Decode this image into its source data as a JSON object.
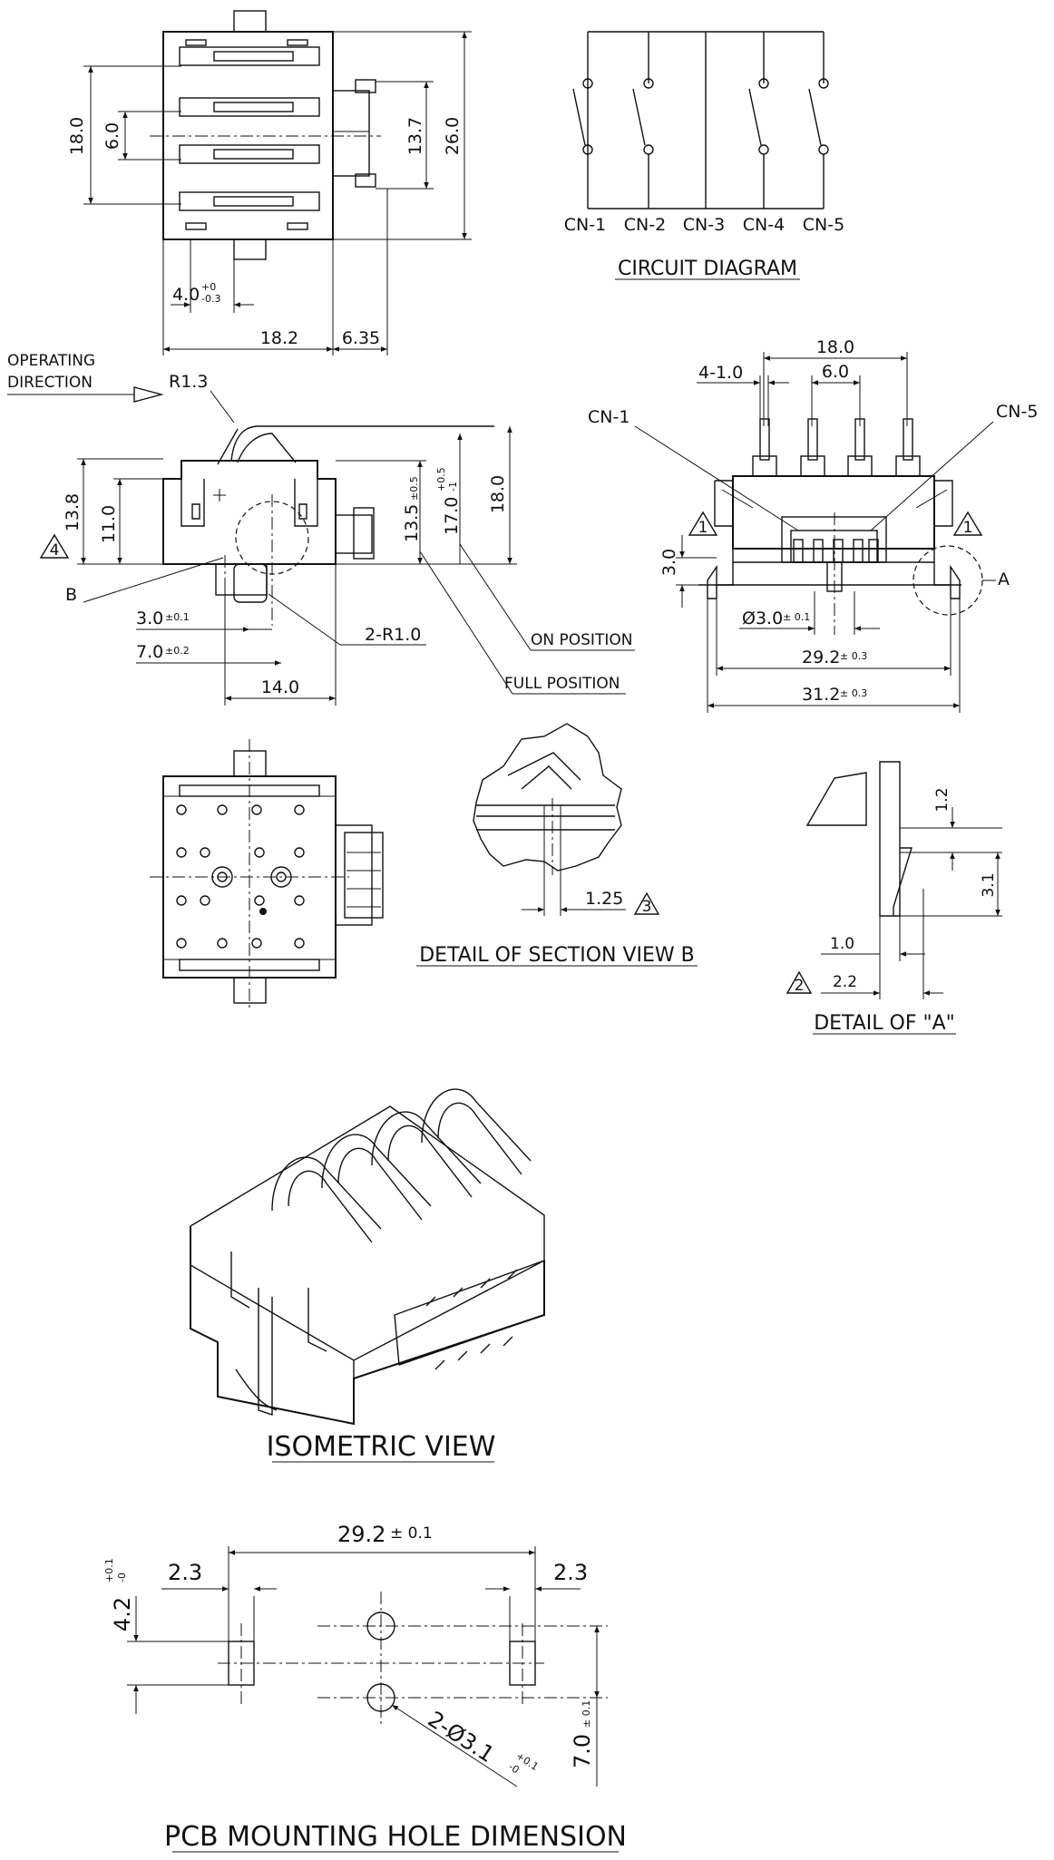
{
  "top_view": {
    "dim_18_0": "18.0",
    "dim_6_0": "6.0",
    "dim_13_7": "13.7",
    "dim_26_0": "26.0",
    "dim_4_0": "4.0",
    "tol_4_0_upper": "+0",
    "tol_4_0_lower": "-0.3",
    "dim_18_2": "18.2",
    "dim_6_35": "6.35"
  },
  "circuit": {
    "title": "CIRCUIT DIAGRAM",
    "labels": [
      "CN-1",
      "CN-2",
      "CN-3",
      "CN-4",
      "CN-5"
    ]
  },
  "side_view": {
    "operating_line1": "OPERATING",
    "operating_line2": "DIRECTION",
    "radius": "R1.3",
    "dim_13_8": "13.8",
    "dim_11_0": "11.0",
    "dim_13_5": "13.5",
    "tol_13_5": "±0.5",
    "dim_17_0": "17.0",
    "tol_17_0_upper": "+0.5",
    "tol_17_0_lower": "-1",
    "dim_18_0": "18.0",
    "note_4": "4",
    "label_b": "B",
    "dim_3_0": "3.0",
    "tol_3_0": "±0.1",
    "radius_2": "2-R1.0",
    "dim_7_0": "7.0",
    "tol_7_0": "±0.2",
    "dim_14_0": "14.0",
    "on_position": "ON POSITION",
    "full_position": "FULL POSITION"
  },
  "front_view": {
    "dim_18_0": "18.0",
    "dim_4_1_0": "4-1.0",
    "dim_6_0": "6.0",
    "cn1": "CN-1",
    "cn5": "CN-5",
    "note_1": "1",
    "dim_3_0": "3.0",
    "label_a": "A",
    "dim_dia_3_0": "Ø3.0",
    "tol_dia_3_0": "± 0.1",
    "dim_29_2": "29.2",
    "tol_29_2": "± 0.3",
    "dim_31_2": "31.2",
    "tol_31_2": "± 0.3"
  },
  "section_b": {
    "dim_1_25": "1.25",
    "note_3": "3",
    "title": "DETAIL OF SECTION VIEW B"
  },
  "detail_a": {
    "dim_1_2": "1.2",
    "dim_3_1": "3.1",
    "dim_1_0": "1.0",
    "dim_2_2": "2.2",
    "note_2": "2",
    "title": "DETAIL OF \"A\""
  },
  "isometric": {
    "title": "ISOMETRIC VIEW"
  },
  "pcb": {
    "dim_29_2": "29.2",
    "tol_29_2": "± 0.1",
    "dim_2_3_left": "2.3",
    "dim_2_3_right": "2.3",
    "dim_4_2": "4.2",
    "tol_4_2_upper": "+0.1",
    "tol_4_2_lower": "-0",
    "dim_7_0": "7.0",
    "tol_7_0": "± 0.1",
    "hole_callout": "2-Ø3.1",
    "tol_hole_upper": "+0.1",
    "tol_hole_lower": "-0",
    "title": "PCB MOUNTING HOLE DIMENSION"
  }
}
